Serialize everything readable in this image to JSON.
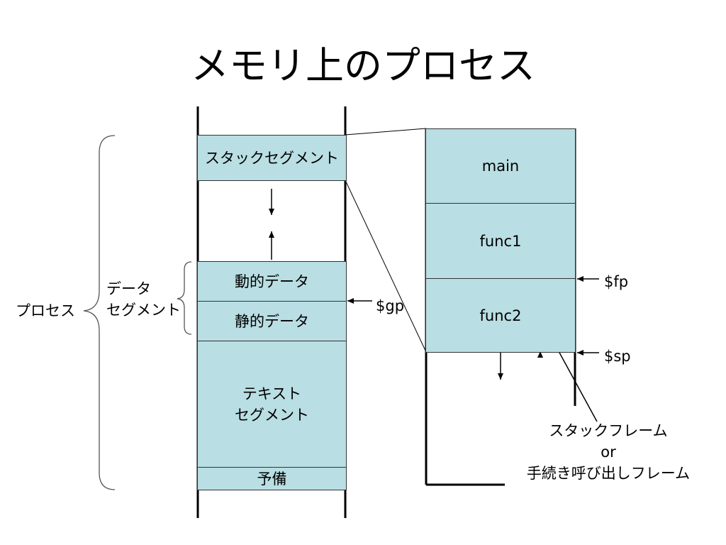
{
  "title": "メモリ上のプロセス",
  "memory": {
    "stack_segment": "スタックセグメント",
    "dynamic_data": "動的データ",
    "static_data": "静的データ",
    "text_segment": "テキスト\nセグメント",
    "reserved": "予備"
  },
  "labels": {
    "process": "プロセス",
    "data_segment": "データ\nセグメント",
    "gp": "$gp"
  },
  "stack": {
    "main": "main",
    "func1": "func1",
    "func2": "func2",
    "fp": "$fp",
    "sp": "$sp",
    "frame_caption": "スタックフレーム\nor\n手続き呼び出しフレーム"
  },
  "colors": {
    "segment_fill": "#b9dee3",
    "line": "#000000"
  }
}
